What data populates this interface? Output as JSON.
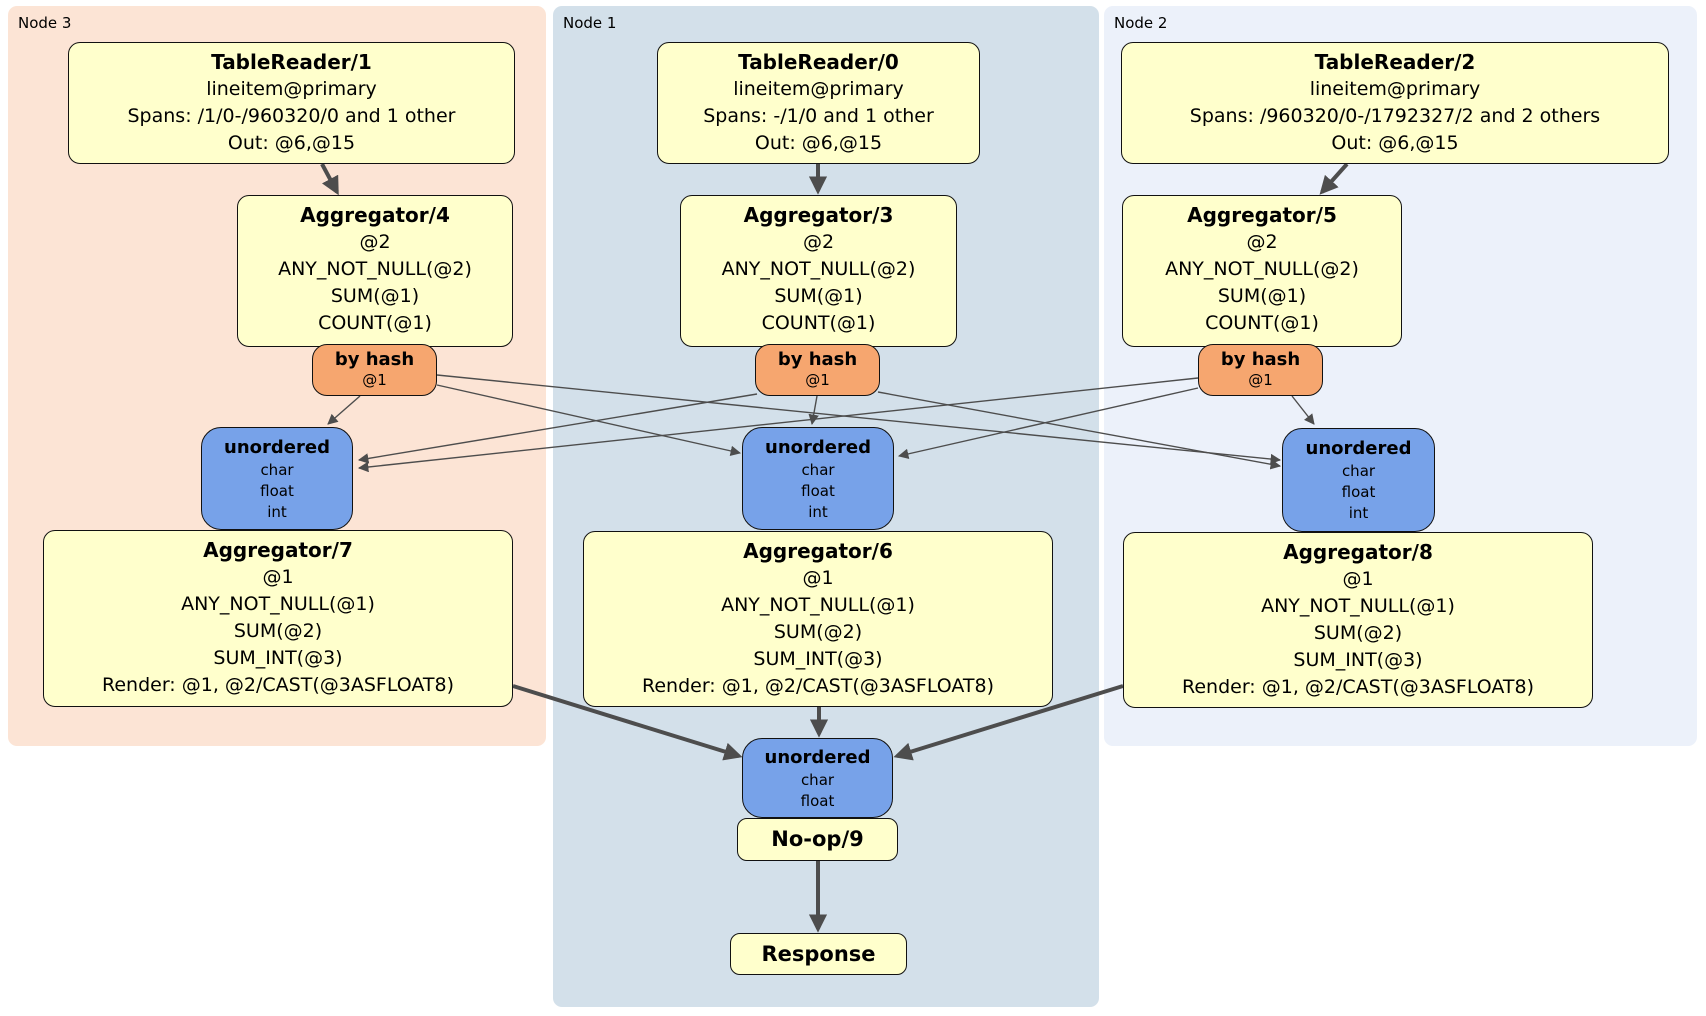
{
  "colors": {
    "node1_bg": "#d3e0ea",
    "node2_bg": "#ecf1fa",
    "node3_bg": "#fce4d5",
    "processor_bg": "#ffffcc",
    "router_bg": "#f6a66f",
    "sync_bg": "#77a2e9",
    "edge": "#4d4d4d"
  },
  "nodes": {
    "node1": {
      "label": "Node 1"
    },
    "node2": {
      "label": "Node 2"
    },
    "node3": {
      "label": "Node 3"
    }
  },
  "processors": {
    "tr1": {
      "title": "TableReader/1",
      "lines": [
        "lineitem@primary",
        "Spans: /1/0-/960320/0 and 1 other",
        "Out: @6,@15"
      ]
    },
    "tr0": {
      "title": "TableReader/0",
      "lines": [
        "lineitem@primary",
        "Spans: -/1/0 and 1 other",
        "Out: @6,@15"
      ]
    },
    "tr2": {
      "title": "TableReader/2",
      "lines": [
        "lineitem@primary",
        "Spans: /960320/0-/1792327/2 and 2 others",
        "Out: @6,@15"
      ]
    },
    "agg4": {
      "title": "Aggregator/4",
      "lines": [
        "@2",
        "ANY_NOT_NULL(@2)",
        "SUM(@1)",
        "COUNT(@1)"
      ]
    },
    "agg3": {
      "title": "Aggregator/3",
      "lines": [
        "@2",
        "ANY_NOT_NULL(@2)",
        "SUM(@1)",
        "COUNT(@1)"
      ]
    },
    "agg5": {
      "title": "Aggregator/5",
      "lines": [
        "@2",
        "ANY_NOT_NULL(@2)",
        "SUM(@1)",
        "COUNT(@1)"
      ]
    },
    "agg7": {
      "title": "Aggregator/7",
      "lines": [
        "@1",
        "ANY_NOT_NULL(@1)",
        "SUM(@2)",
        "SUM_INT(@3)",
        "Render: @1, @2/CAST(@3ASFLOAT8)"
      ]
    },
    "agg6": {
      "title": "Aggregator/6",
      "lines": [
        "@1",
        "ANY_NOT_NULL(@1)",
        "SUM(@2)",
        "SUM_INT(@3)",
        "Render: @1, @2/CAST(@3ASFLOAT8)"
      ]
    },
    "agg8": {
      "title": "Aggregator/8",
      "lines": [
        "@1",
        "ANY_NOT_NULL(@1)",
        "SUM(@2)",
        "SUM_INT(@3)",
        "Render: @1, @2/CAST(@3ASFLOAT8)"
      ]
    },
    "noop": {
      "title": "No-op/9"
    },
    "response": {
      "title": "Response"
    }
  },
  "routers": {
    "hash_left": {
      "title": "by hash",
      "lines": [
        "@1"
      ]
    },
    "hash_center": {
      "title": "by hash",
      "lines": [
        "@1"
      ]
    },
    "hash_right": {
      "title": "by hash",
      "lines": [
        "@1"
      ]
    }
  },
  "syncs": {
    "unordered_left": {
      "title": "unordered",
      "lines": [
        "char",
        "float",
        "int"
      ]
    },
    "unordered_center": {
      "title": "unordered",
      "lines": [
        "char",
        "float",
        "int"
      ]
    },
    "unordered_right": {
      "title": "unordered",
      "lines": [
        "char",
        "float",
        "int"
      ]
    },
    "unordered_final": {
      "title": "unordered",
      "lines": [
        "char",
        "float"
      ]
    }
  }
}
